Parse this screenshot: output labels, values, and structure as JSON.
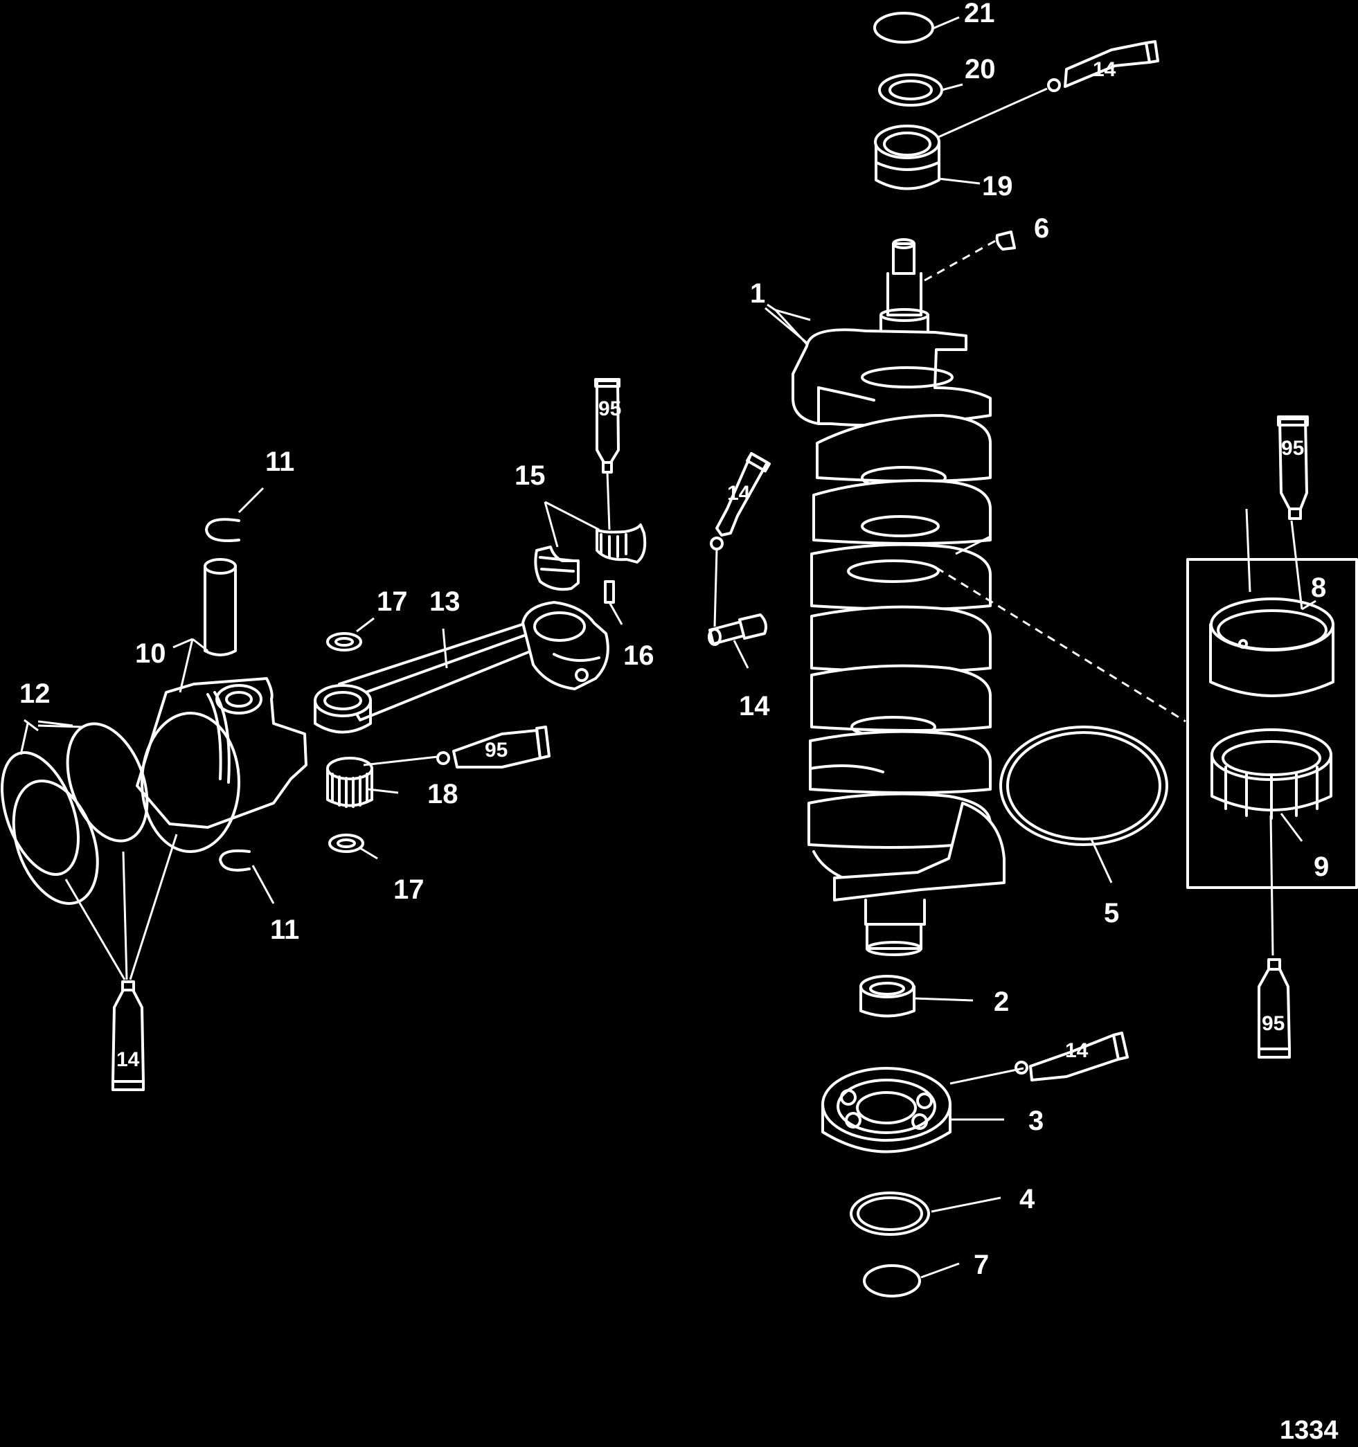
{
  "colors": {
    "background": "#000000",
    "linework": "#ffffff"
  },
  "figure_number": "1334",
  "callouts": {
    "c1": "1",
    "c2": "2",
    "c3": "3",
    "c4": "4",
    "c5": "5",
    "c6": "6",
    "c7": "7",
    "c8": "8",
    "c9": "9",
    "c10": "10",
    "c11_top": "11",
    "c11_bottom": "11",
    "c12": "12",
    "c13": "13",
    "c14_bolt": "14",
    "c15": "15",
    "c16": "16",
    "c17_top": "17",
    "c17_bottom": "17",
    "c18": "18",
    "c19": "19",
    "c20": "20",
    "c21": "21"
  },
  "lubricant_tubes": {
    "t_top_right": "14",
    "t_rod_cap": "95",
    "t_bolt": "14",
    "t_pin_bearing": "95",
    "t_right_upper": "95",
    "t_right_lower": "95",
    "t_lower_bearing": "14",
    "t_rings": "14"
  }
}
